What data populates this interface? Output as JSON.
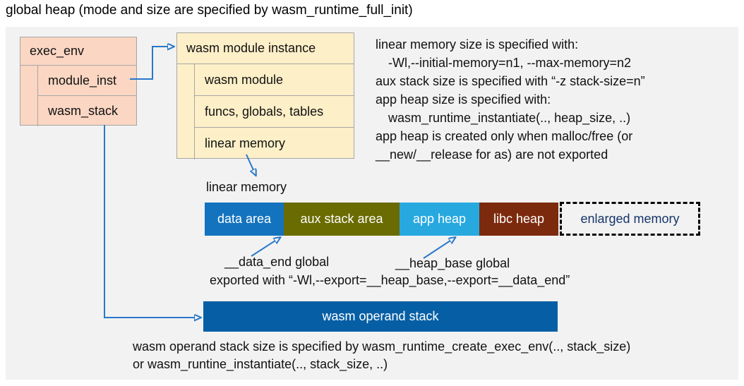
{
  "title": "global heap (mode and size are specified by wasm_runtime_full_init)",
  "exec_env": {
    "header": "exec_env",
    "rows": [
      "module_inst",
      "wasm_stack"
    ]
  },
  "module_instance": {
    "header": "wasm module instance",
    "rows": [
      "wasm module",
      "funcs, globals, tables",
      "linear memory"
    ]
  },
  "notes": {
    "lines": [
      "linear memory size is specified with:",
      "-Wl,--initial-memory=n1, --max-memory=n2",
      "aux stack size is specified with “-z stack-size=n”",
      "app heap size is specified with:",
      "wasm_runtime_instantiate(.., heap_size, ..)",
      "app heap is created only when malloc/free (or",
      "__new/__release for as) are not exported"
    ]
  },
  "linear_memory": {
    "label": "linear memory",
    "segments": [
      {
        "label": "data area",
        "color": "#1373BE"
      },
      {
        "label": "aux stack area",
        "color": "#6A6B00"
      },
      {
        "label": "app heap",
        "color": "#27A9E0"
      },
      {
        "label": "libc heap",
        "color": "#7C2A0E"
      }
    ],
    "enlarged_label": "enlarged memory",
    "enlarged_text_color": "#17356B"
  },
  "annotations": {
    "data_end": "__data_end global",
    "heap_base": "__heap_base global",
    "exported": "exported with “-Wl,--export=__heap_base,--export=__data_end”"
  },
  "operand_stack": {
    "label": "wasm operand stack",
    "color": "#065FA5"
  },
  "footer": {
    "line1": "wasm operand stack size is specified by wasm_runtime_create_exec_env(.., stack_size)",
    "line2": "or wasm_runtine_instantiate(.., stack_size, ..)"
  },
  "colors": {
    "arrow": "#2878C8",
    "exec_env_fill": "#FBD6C3",
    "module_instance_fill": "#FDEFC7",
    "box_border": "#A6A6A6",
    "panel_background": "#F2F2F2"
  }
}
